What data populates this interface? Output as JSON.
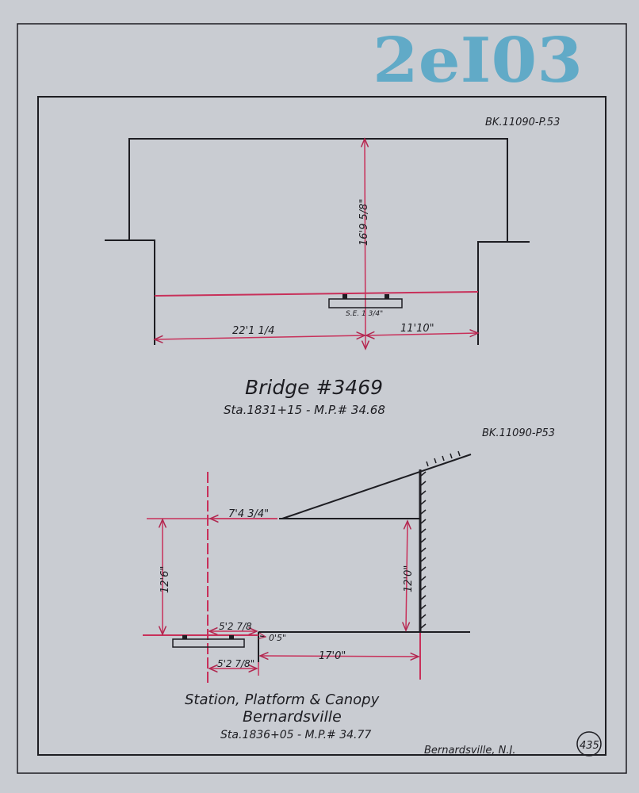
{
  "stamp": "2eI03",
  "book_ref_top": "BK.11090-P.53",
  "book_ref_bottom": "BK.11090-P53",
  "bridge": {
    "title": "Bridge #3469",
    "station": "Sta.1831+15 - M.P.# 34.68",
    "clearance_height": "16'9 5/8\"",
    "left_width": "22'1 1/4",
    "right_width": "11'10\"",
    "superelevation": "S.E. 1 3/4\""
  },
  "station": {
    "title": "Station, Platform & Canopy",
    "name": "Bernardsville",
    "station": "Sta.1836+05 - M.P.# 34.77",
    "canopy_offset": "7'4 3/4\"",
    "canopy_height_left": "12'6\"",
    "canopy_height_right": "12'0\"",
    "platform_offset_top": "5'2 7/8",
    "platform_offset_bottom": "5'2 7/8\"",
    "platform_height": "0'5\"",
    "platform_width": "17'0\""
  },
  "location": "Bernardsville, N.J.",
  "sheet_number": "435",
  "colors": {
    "ink": "#1d1d22",
    "red": "#c8305a",
    "paper": "#c9ccd2",
    "stamp": "#3f9fc4"
  }
}
